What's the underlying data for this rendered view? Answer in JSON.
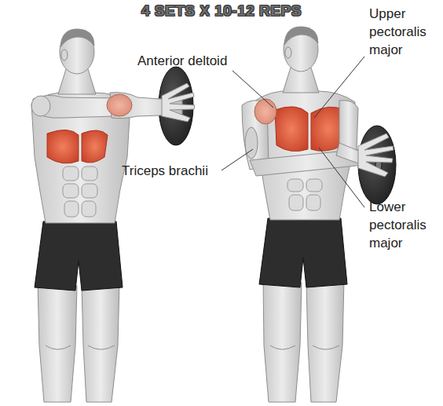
{
  "diagram": {
    "title": "4 SETS X 10-12 REPS",
    "labels": [
      "Anterior deltoid",
      "Upper pectoralis major",
      "Triceps brachii",
      "Lower pectoralis major"
    ]
  }
}
